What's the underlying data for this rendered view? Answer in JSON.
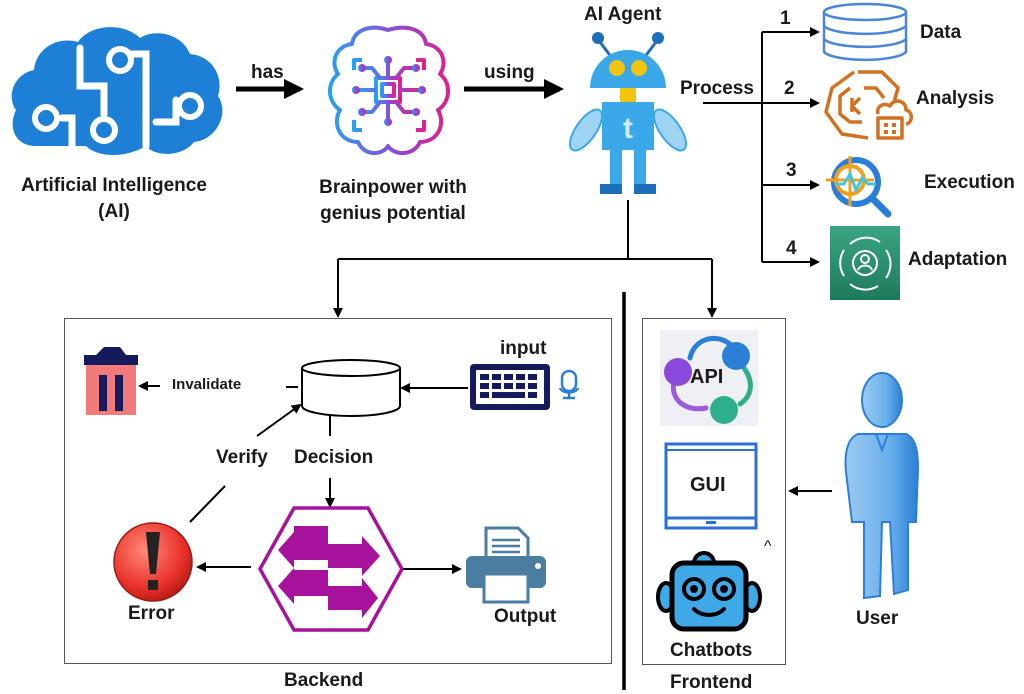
{
  "top": {
    "ai_label_line1": "Artificial Intelligence",
    "ai_label_line2": "(AI)",
    "edge_has": "has",
    "brain_label_line1": "Brainpower with",
    "brain_label_line2": "genius potential",
    "edge_using": "using",
    "agent_label": "AI Agent",
    "edge_process": "Process"
  },
  "process_steps": [
    {
      "number": "1",
      "label": "Data",
      "icon": "database-icon"
    },
    {
      "number": "2",
      "label": "Analysis",
      "icon": "kubernetes-analysis-icon"
    },
    {
      "number": "3",
      "label": "Execution",
      "icon": "monitor-search-icon"
    },
    {
      "number": "4",
      "label": "Adaptation",
      "icon": "adaptation-cycle-icon"
    }
  ],
  "backend": {
    "title": "Backend",
    "input_label": "input",
    "invalidate_label": "Invalidate",
    "verify_label": "Verify",
    "decision_label": "Decision",
    "error_label": "Error",
    "output_label": "Output"
  },
  "frontend": {
    "title": "Frontend",
    "api_label": "API",
    "gui_label": "GUI",
    "chatbots_label": "Chatbots",
    "caret": "^"
  },
  "user": {
    "label": "User"
  },
  "colors": {
    "ai_blue": "#1e7fd6",
    "brain_gradient_start": "#2aa0f0",
    "brain_gradient_end": "#e0208c",
    "agent_blue": "#3aa7e8",
    "agent_yellow": "#f2c30f",
    "analysis_orange": "#d4701f",
    "execution_orange": "#f0a020",
    "adaptation_green": "#2e8f6e",
    "trash_pink": "#f27a7a",
    "navy": "#141a5c",
    "hex_magenta": "#a6129c",
    "error_red": "#e8302a",
    "printer_blue": "#4a7da0",
    "chatbot_blue": "#3fa9e8",
    "user_blue": "#6ab0ec"
  }
}
